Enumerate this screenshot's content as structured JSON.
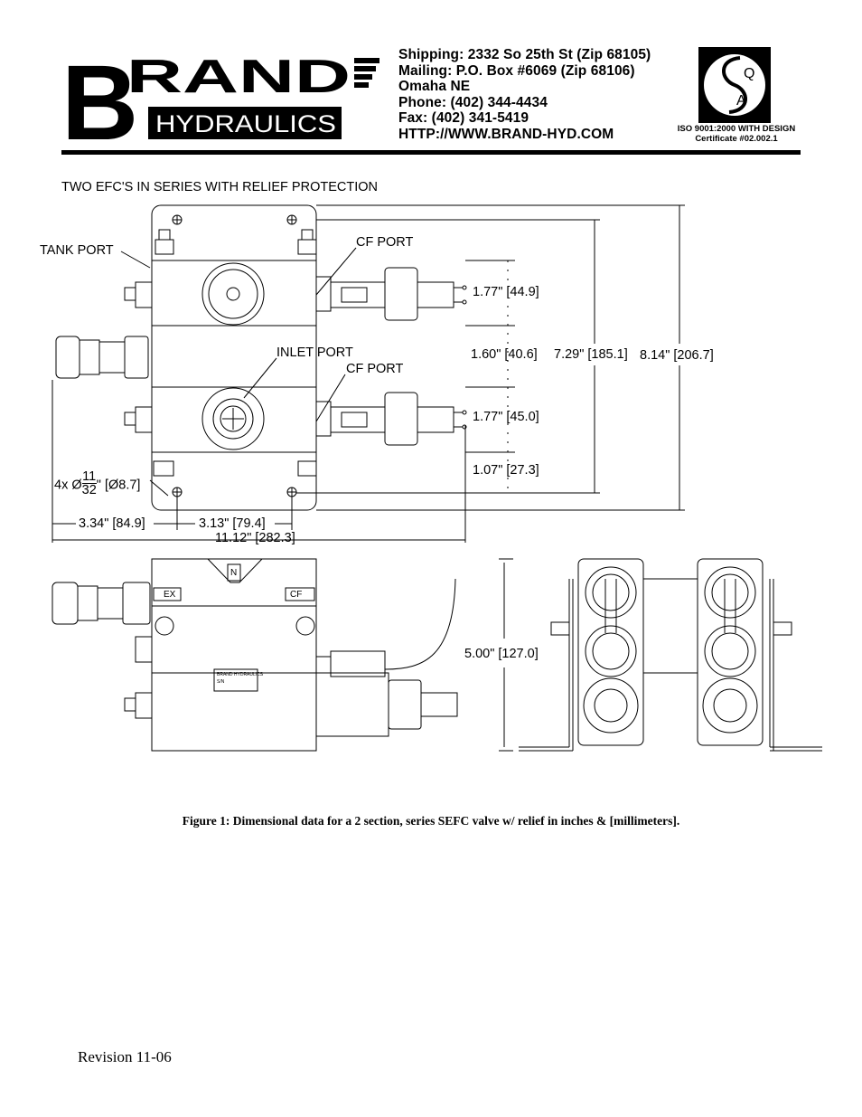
{
  "header": {
    "logo": {
      "brand": "BRAND",
      "sub": "HYDRAULICS"
    },
    "address_lines": [
      "Shipping: 2332 So 25th St (Zip 68105)",
      "Mailing: P.O. Box #6069 (Zip 68106)",
      "Omaha NE",
      "Phone: (402) 344-4434",
      "Fax: (402) 341-5419",
      "HTTP://WWW.BRAND-HYD.COM"
    ],
    "qa_seal": {
      "top": "Q",
      "left": "S",
      "bottom": "A"
    },
    "iso_line1": "ISO 9001:2000 WITH DESIGN",
    "iso_line2": "Certificate #02.002.1"
  },
  "drawing": {
    "title": "TWO EFC'S IN SERIES WITH RELIEF PROTECTION",
    "labels": {
      "tank_port": "TANK PORT",
      "cf_port_top": "CF PORT",
      "inlet_port": "INLET PORT",
      "cf_port_mid": "CF PORT",
      "hole_prefix": "4x Ø",
      "hole_num": "11",
      "hole_den": "32",
      "hole_suffix": "\" [Ø8.7]"
    },
    "dimensions": {
      "d1": "1.77\" [44.9]",
      "d2": "1.60\" [40.6]",
      "d3": "7.29\" [185.1]",
      "d4": "8.14\" [206.7]",
      "d5": "1.77\" [45.0]",
      "d6": "1.07\" [27.3]",
      "d7": "3.34\" [84.9]",
      "d8": "3.13\" [79.4]",
      "d9": "11.12\" [282.3]",
      "d10": "5.00\" [127.0]"
    },
    "side_view": {
      "ex": "EX",
      "cf": "CF",
      "n": "N",
      "plate_line1": "BRAND HYDRAULICS",
      "plate_line2": "S/N"
    }
  },
  "caption": "Figure 1: Dimensional data for a 2 section, series SEFC valve w/ relief in inches & [millimeters].",
  "footer": {
    "revision": "Revision 11-06"
  }
}
